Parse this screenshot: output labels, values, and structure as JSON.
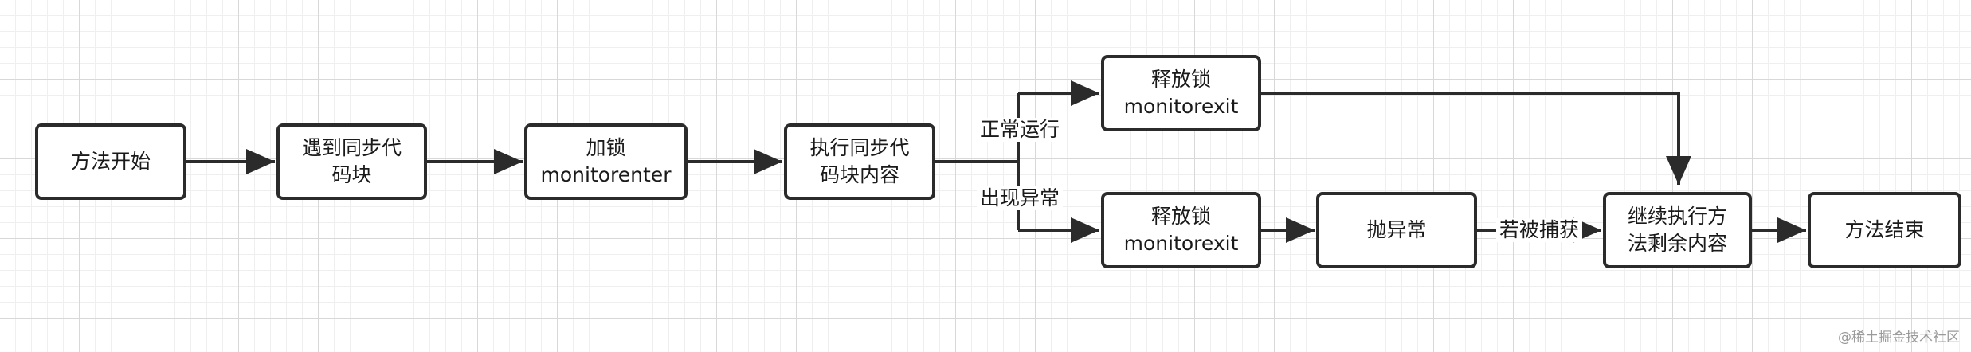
{
  "nodes": {
    "start": {
      "lines": [
        "方法开始"
      ]
    },
    "sync": {
      "lines": [
        "遇到同步代",
        "码块"
      ]
    },
    "lock": {
      "lines": [
        "加锁",
        "monitorenter"
      ]
    },
    "exec": {
      "lines": [
        "执行同步代",
        "码块内容"
      ]
    },
    "release_normal": {
      "lines": [
        "释放锁",
        "monitorexit"
      ]
    },
    "release_exception": {
      "lines": [
        "释放锁",
        "monitorexit"
      ]
    },
    "throw": {
      "lines": [
        "抛异常"
      ]
    },
    "continue": {
      "lines": [
        "继续执行方",
        "法剩余内容"
      ]
    },
    "end": {
      "lines": [
        "方法结束"
      ]
    }
  },
  "edges": {
    "normal": "正常运行",
    "exception": "出现异常",
    "catch": "若被捕获"
  },
  "watermark": "@稀土掘金技术社区",
  "colors": {
    "stroke": "#2b2b2b",
    "text": "#1a1a1a",
    "grid": "#d8d8d8"
  }
}
